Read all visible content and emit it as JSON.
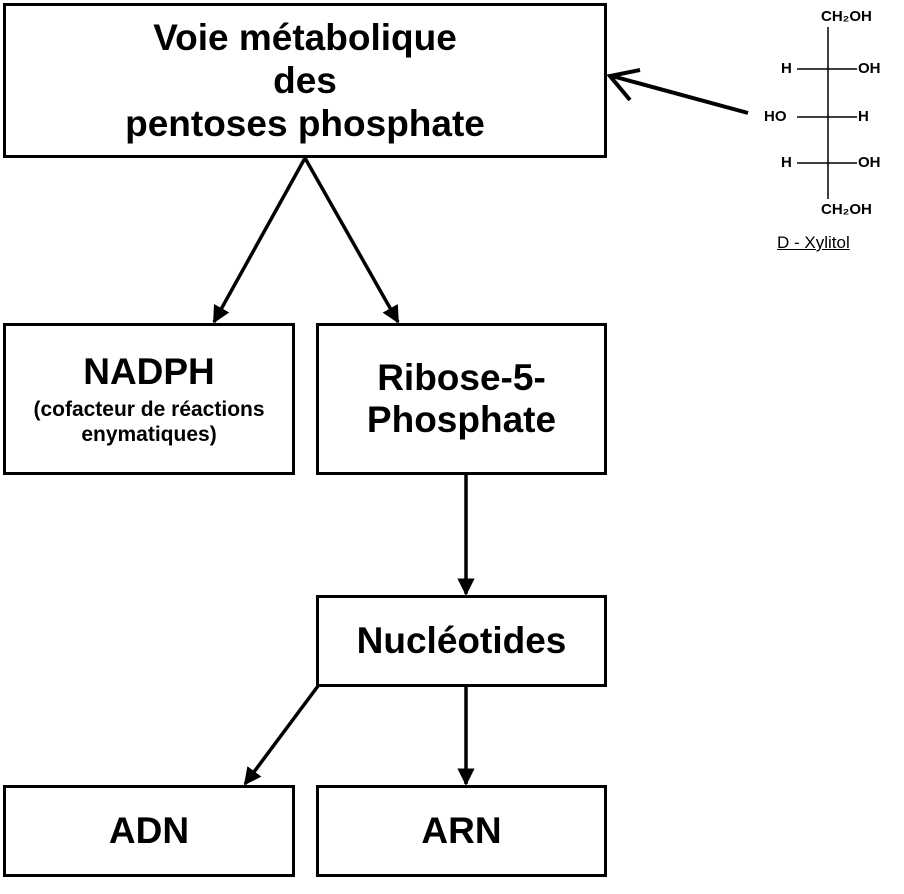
{
  "boxes": {
    "voie": {
      "lines": [
        "Voie métabolique",
        "des",
        "pentoses phosphate"
      ]
    },
    "nadph": {
      "title": "NADPH",
      "subtitle_lines": [
        "(cofacteur de réactions",
        "enymatiques)"
      ]
    },
    "ribose": {
      "lines": [
        "Ribose-5-",
        "Phosphate"
      ]
    },
    "nucleotides": {
      "label": "Nucléotides"
    },
    "adn": {
      "label": "ADN"
    },
    "arn": {
      "label": "ARN"
    }
  },
  "xylitol": {
    "top": "CH₂OH",
    "rows": [
      {
        "left": "H",
        "right": "OH"
      },
      {
        "left": "HO",
        "right": "H"
      },
      {
        "left": "H",
        "right": "OH"
      }
    ],
    "bottom": "CH₂OH",
    "name": "D - Xylitol"
  }
}
